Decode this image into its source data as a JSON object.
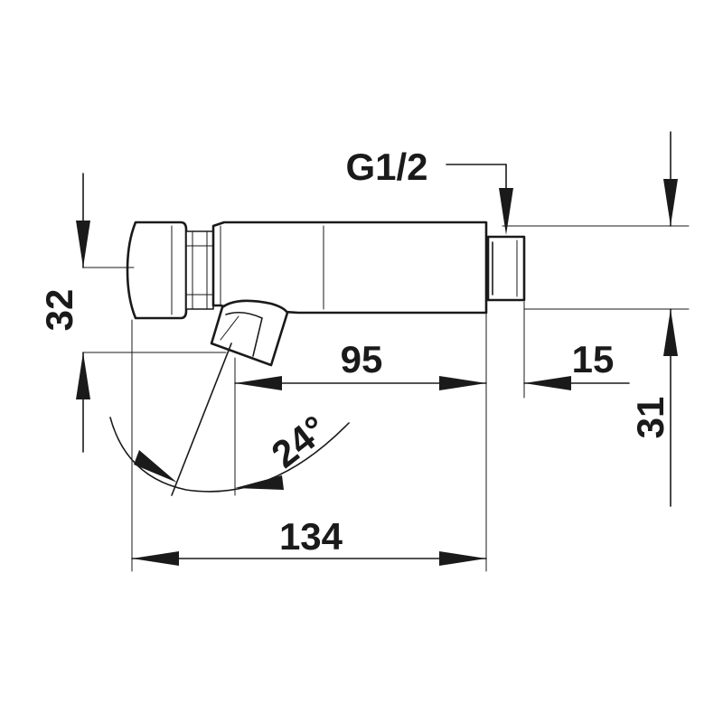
{
  "dimensions": {
    "thread": "G1/2",
    "height_knob": "32",
    "length_to_outlet": "95",
    "thread_length": "15",
    "height_offset": "31",
    "angle": "24°",
    "overall_length": "134"
  },
  "colors": {
    "line": "#1a1a1a",
    "background": "#ffffff"
  }
}
